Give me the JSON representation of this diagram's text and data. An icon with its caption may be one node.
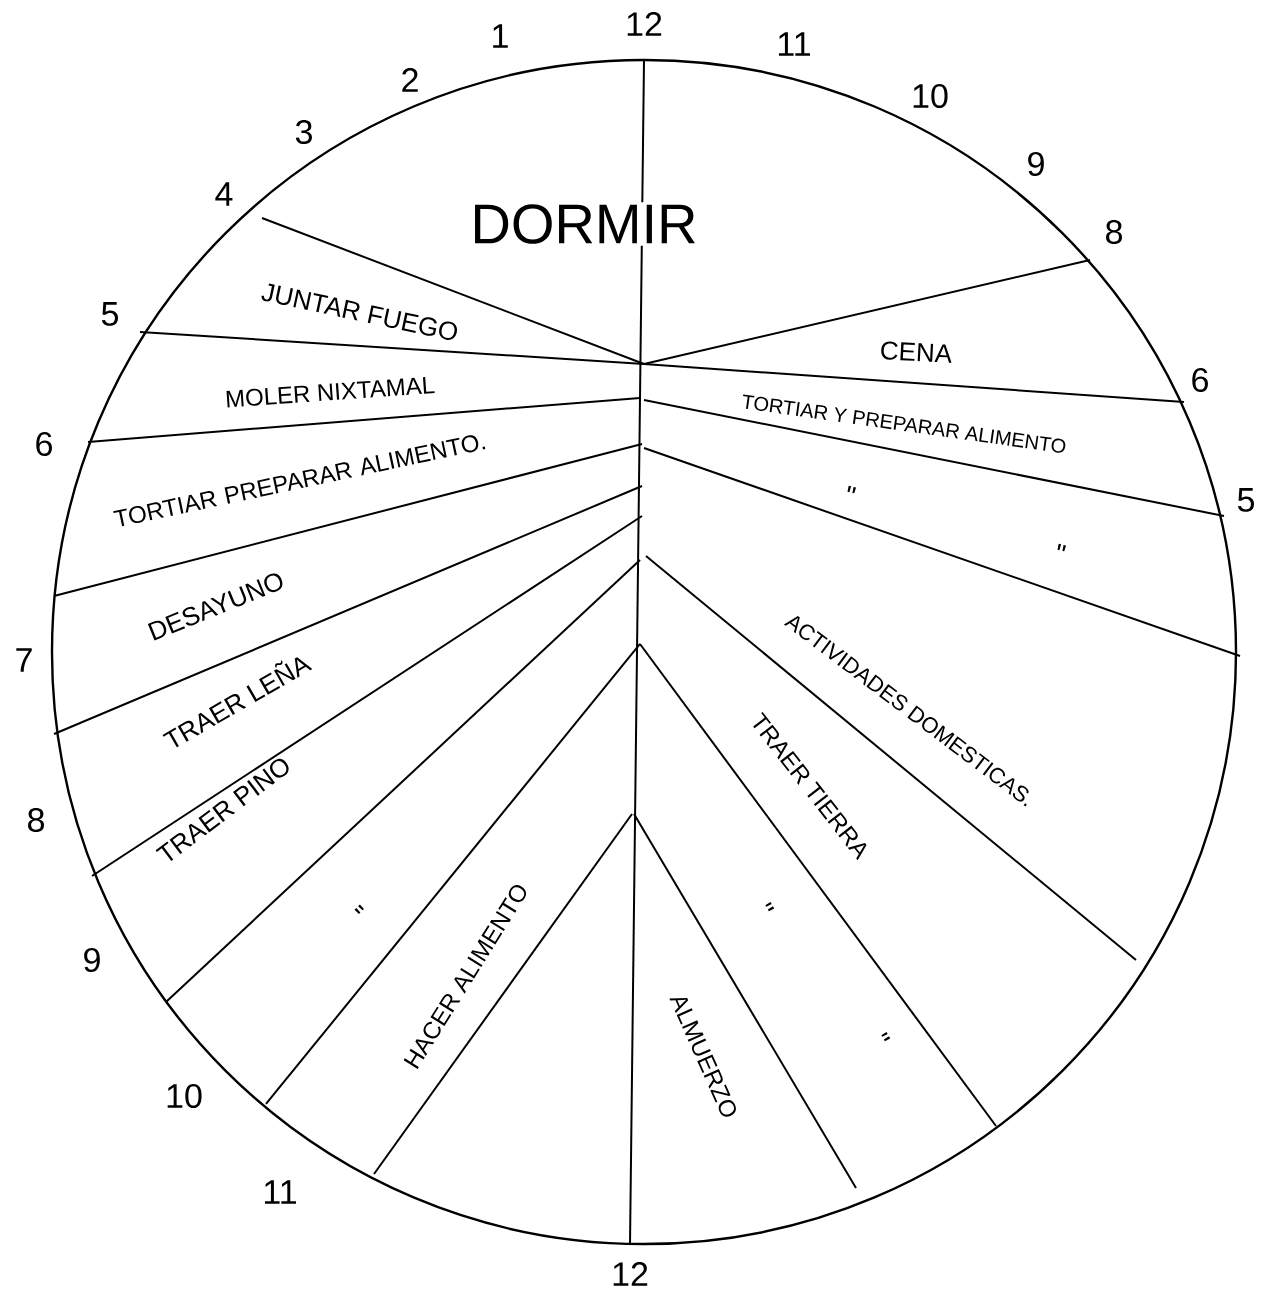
{
  "diagram": {
    "labels": [
      "12",
      "1",
      "2",
      "3",
      "4",
      "5",
      "6",
      "7",
      "8",
      "9",
      "10",
      "11",
      "11",
      "10",
      "9",
      "8",
      "6",
      "5",
      "12",
      "DORMIR",
      "JUNTAR FUEGO",
      "MOLER NIXTAMAL",
      "TORTIAR PREPARAR ALIMENTO.",
      "DESAYUNO",
      "TRAER LEÑA",
      "TRAER PINO",
      "\"",
      "HACER ALIMENTO",
      "CENA",
      "TORTIAR Y PREPARAR ALIMENTO",
      "\"",
      "\"",
      "ACTIVIDADES DOMESTICAS.",
      "TRAER TIERRA",
      "\"",
      "\"",
      "ALMUERZO"
    ]
  }
}
